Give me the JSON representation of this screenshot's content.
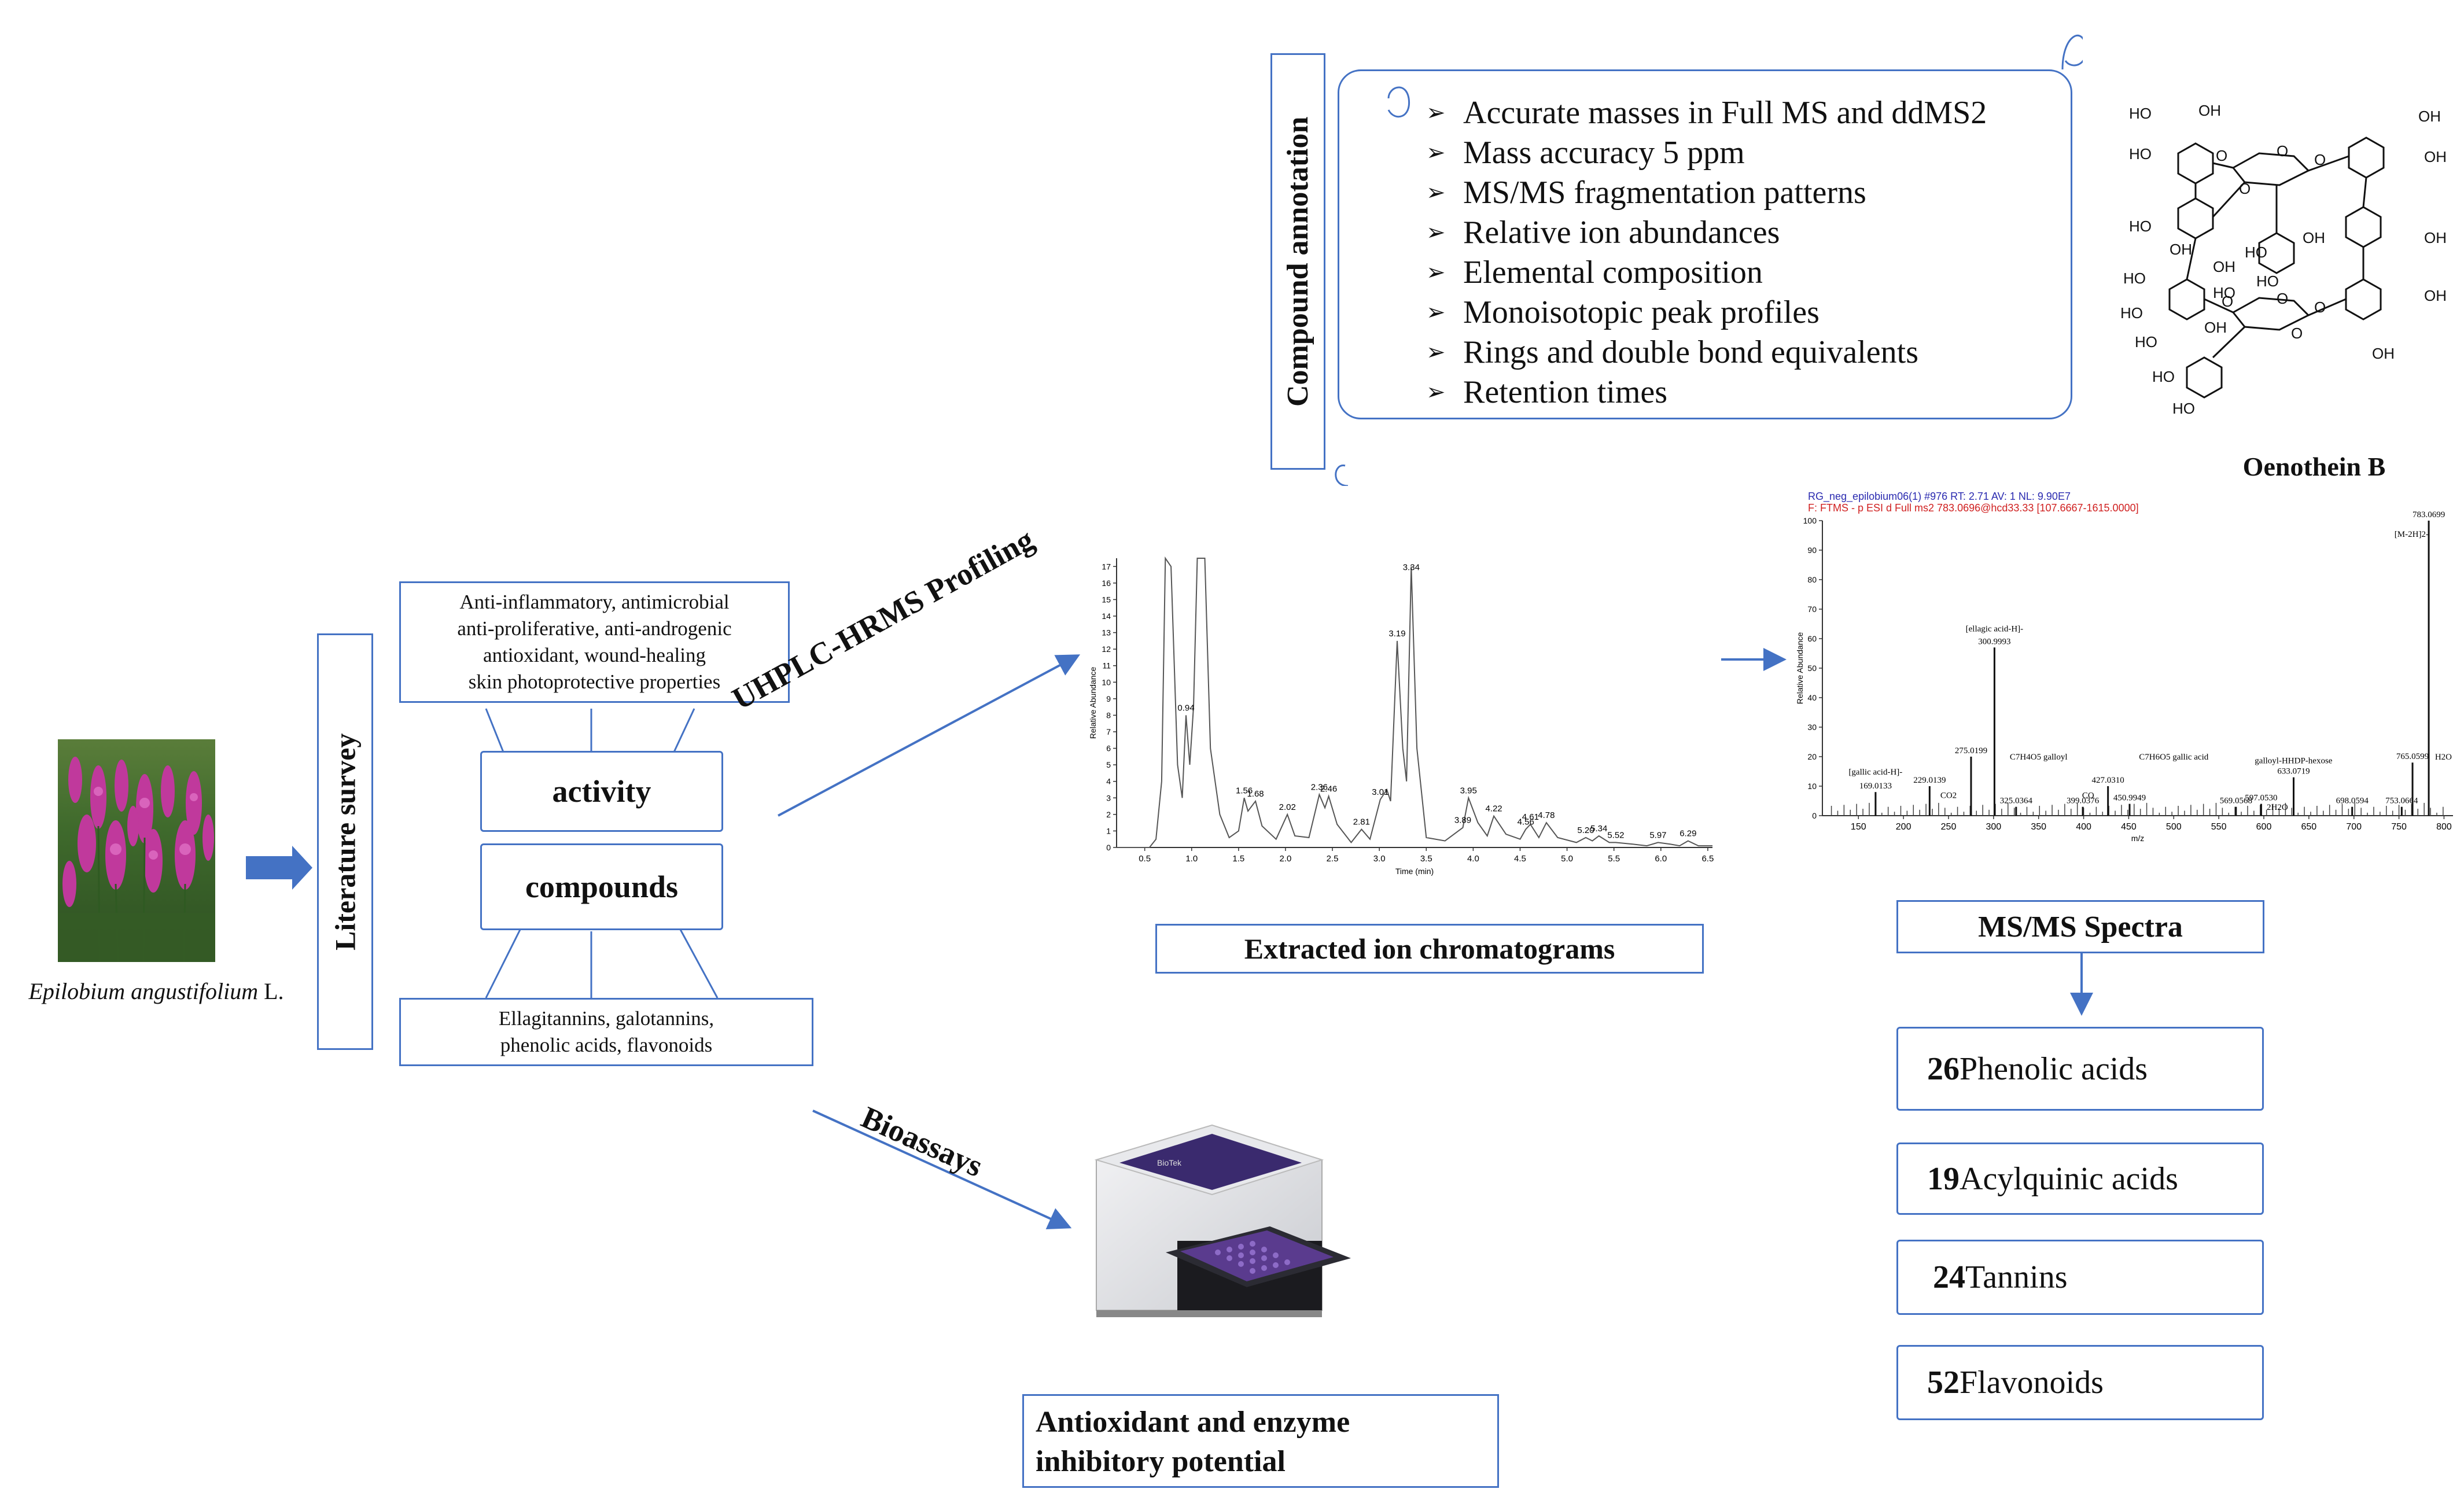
{
  "plant": {
    "caption_genus": "Epilobium angustifolium",
    "caption_author": " L."
  },
  "literature_survey": {
    "label": "Literature survey",
    "activity_box_text": [
      "Anti-inflammatory,  antimicrobial",
      "anti-proliferative,  anti-androgenic",
      "antioxidant,  wound-healing",
      "skin  photoprotective  properties"
    ],
    "activity_label": "activity",
    "compounds_label": "compounds",
    "compounds_box_text": [
      "Ellagitannins,  galotannins,",
      "phenolic  acids,  flavonoids"
    ]
  },
  "profiling_label": "UHPLC-HRMS Profiling",
  "bioassays_label": "Bioassays",
  "compound_annotation": {
    "label": "Compound  annotation",
    "items": [
      "Accurate masses in Full MS and ddMS2",
      "Mass accuracy 5 ppm",
      "MS/MS fragmentation  patterns",
      "Relative ion abundances",
      "Elemental  composition",
      "Monoisotopic peak profiles",
      "Rings and double bond equivalents",
      "Retention times"
    ]
  },
  "structure": {
    "name": "Oenothein B",
    "atom_labels": [
      "HO",
      "HO",
      "OH",
      "OH",
      "HO",
      "OH",
      "HO",
      "OH",
      "HO",
      "HO",
      "OH",
      "OH",
      "HO",
      "HO",
      "HO",
      "OH",
      "OH",
      "HO",
      "HO",
      "OH",
      "OH",
      "O",
      "O",
      "O",
      "O",
      "O",
      "O",
      "O",
      "O"
    ]
  },
  "chromatogram": {
    "caption": "Extracted ion chromatograms",
    "ylabel": "Relative Abundance",
    "xlabel": "Time (min)",
    "x_ticks": [
      "0.5",
      "1.0",
      "1.5",
      "2.0",
      "2.5",
      "3.0",
      "3.5",
      "4.0",
      "4.5",
      "5.0",
      "5.5",
      "6.0",
      "6.5"
    ],
    "y_ticks": [
      "0",
      "1",
      "2",
      "3",
      "4",
      "5",
      "6",
      "7",
      "8",
      "9",
      "10",
      "11",
      "12",
      "13",
      "14",
      "15",
      "16",
      "17"
    ],
    "peak_labels": [
      {
        "t": 0.94,
        "label": "0.94"
      },
      {
        "t": 1.56,
        "label": "1.56"
      },
      {
        "t": 1.68,
        "label": "1.68"
      },
      {
        "t": 2.02,
        "label": "2.02"
      },
      {
        "t": 2.36,
        "label": "2.36"
      },
      {
        "t": 2.46,
        "label": "2.46"
      },
      {
        "t": 2.81,
        "label": "2.81"
      },
      {
        "t": 3.01,
        "label": "3.01"
      },
      {
        "t": 3.19,
        "label": "3.19"
      },
      {
        "t": 3.34,
        "label": "3.34"
      },
      {
        "t": 3.89,
        "label": "3.89"
      },
      {
        "t": 3.95,
        "label": "3.95"
      },
      {
        "t": 4.22,
        "label": "4.22"
      },
      {
        "t": 4.56,
        "label": "4.56"
      },
      {
        "t": 4.61,
        "label": "4.61"
      },
      {
        "t": 4.78,
        "label": "4.78"
      },
      {
        "t": 5.2,
        "label": "5.20"
      },
      {
        "t": 5.34,
        "label": "5.34"
      },
      {
        "t": 5.52,
        "label": "5.52"
      },
      {
        "t": 5.97,
        "label": "5.97"
      },
      {
        "t": 6.29,
        "label": "6.29"
      }
    ]
  },
  "chart_data": {
    "type": "line",
    "ylabel": "Relative Abundance",
    "xlabel": "Time (min)",
    "xlim": [
      0.2,
      6.55
    ],
    "ylim": [
      0,
      17.5
    ],
    "x": [
      0.2,
      0.55,
      0.62,
      0.68,
      0.72,
      0.78,
      0.85,
      0.9,
      0.94,
      0.98,
      1.02,
      1.06,
      1.1,
      1.14,
      1.2,
      1.3,
      1.4,
      1.5,
      1.56,
      1.6,
      1.68,
      1.75,
      1.9,
      2.02,
      2.1,
      2.25,
      2.36,
      2.42,
      2.46,
      2.55,
      2.7,
      2.81,
      2.9,
      3.01,
      3.08,
      3.12,
      3.19,
      3.25,
      3.29,
      3.34,
      3.4,
      3.5,
      3.7,
      3.89,
      3.95,
      4.05,
      4.15,
      4.22,
      4.35,
      4.5,
      4.56,
      4.61,
      4.7,
      4.78,
      4.9,
      5.1,
      5.2,
      5.27,
      5.34,
      5.45,
      5.52,
      5.7,
      5.85,
      5.97,
      6.1,
      6.2,
      6.29,
      6.4,
      6.55
    ],
    "y": [
      0,
      0,
      0.5,
      4,
      18,
      17,
      5,
      3,
      8,
      5,
      8.5,
      20,
      20,
      18,
      6,
      2,
      0.6,
      1,
      3,
      2.2,
      2.8,
      1.3,
      0.5,
      2,
      0.7,
      0.6,
      3.2,
      2.4,
      3.1,
      1.4,
      0.3,
      1.1,
      0.5,
      2.9,
      3.5,
      2.8,
      12.5,
      6,
      4,
      17,
      6,
      0.6,
      0.4,
      1.2,
      3,
      1.5,
      0.7,
      1.9,
      0.8,
      0.5,
      1.1,
      1.4,
      0.6,
      1.5,
      0.6,
      0.3,
      0.6,
      0.4,
      0.7,
      0.3,
      0.3,
      0.2,
      0.1,
      0.3,
      0.2,
      0.1,
      0.4,
      0.1,
      0.1
    ]
  },
  "ms_spectrum": {
    "header1": "RG_neg_epilobium06(1) #976  RT: 2.71  AV: 1  NL: 9.90E7",
    "header2": "F: FTMS - p ESI d Full ms2 783.0696@hcd33.33 [107.6667-1615.0000]",
    "ylabel": "Relative Abundance",
    "xlabel": "m/z",
    "x_ticks": [
      "150",
      "200",
      "250",
      "300",
      "350",
      "400",
      "450",
      "500",
      "550",
      "600",
      "650",
      "700",
      "750",
      "800"
    ],
    "y_ticks": [
      "0",
      "10",
      "20",
      "30",
      "40",
      "50",
      "60",
      "70",
      "80",
      "90",
      "100"
    ],
    "peaks": [
      {
        "mz": 169.0133,
        "rel": 8,
        "label": "169.0133"
      },
      {
        "mz": 229.0139,
        "rel": 10,
        "label": "229.0139"
      },
      {
        "mz": 275.0199,
        "rel": 20,
        "label": "275.0199"
      },
      {
        "mz": 300.9993,
        "rel": 57,
        "label": "300.9993"
      },
      {
        "mz": 325.0364,
        "rel": 3,
        "label": "325.0364"
      },
      {
        "mz": 399.0376,
        "rel": 3,
        "label": "399.0376"
      },
      {
        "mz": 427.031,
        "rel": 10,
        "label": "427.0310"
      },
      {
        "mz": 450.9949,
        "rel": 4,
        "label": "450.9949"
      },
      {
        "mz": 569.0568,
        "rel": 3,
        "label": "569.0568"
      },
      {
        "mz": 597.053,
        "rel": 4,
        "label": "597.0530"
      },
      {
        "mz": 633.0719,
        "rel": 13,
        "label": "633.0719"
      },
      {
        "mz": 698.0594,
        "rel": 3,
        "label": "698.0594"
      },
      {
        "mz": 753.0664,
        "rel": 3,
        "label": "753.0664"
      },
      {
        "mz": 765.0599,
        "rel": 18,
        "label": "765.0599"
      },
      {
        "mz": 783.0699,
        "rel": 100,
        "label": "783.0699"
      }
    ],
    "annotations": [
      "[M-2H]2-",
      "[ellagic acid-H]-",
      "[gallic acid-H]-",
      "C7H4O5 galloyl",
      "C7H6O5 gallic acid",
      "galloyl-HHDP-hexose",
      "CO2",
      "CO",
      "H2O",
      "2H2O"
    ],
    "caption": "MS/MS Spectra"
  },
  "classes": [
    {
      "count": "26",
      "name": " Phenolic acids"
    },
    {
      "count": "19",
      "name": " Acylquinic acids"
    },
    {
      "count": "24",
      "name": " Tannins"
    },
    {
      "count": "52",
      "name": " Flavonoids"
    }
  ],
  "plate_reader": {
    "brand_text": "BioTek"
  },
  "assay_caption": [
    "Antioxidant and enzyme",
    "inhibitory  potential"
  ],
  "colors": {
    "border": "#4472c4",
    "arrow": "#4472c4",
    "plant_magenta": "#c0399c",
    "reader_purple": "#3a2a6e",
    "spectrum_header1": "#2a2ab0",
    "spectrum_header2": "#d02020"
  }
}
